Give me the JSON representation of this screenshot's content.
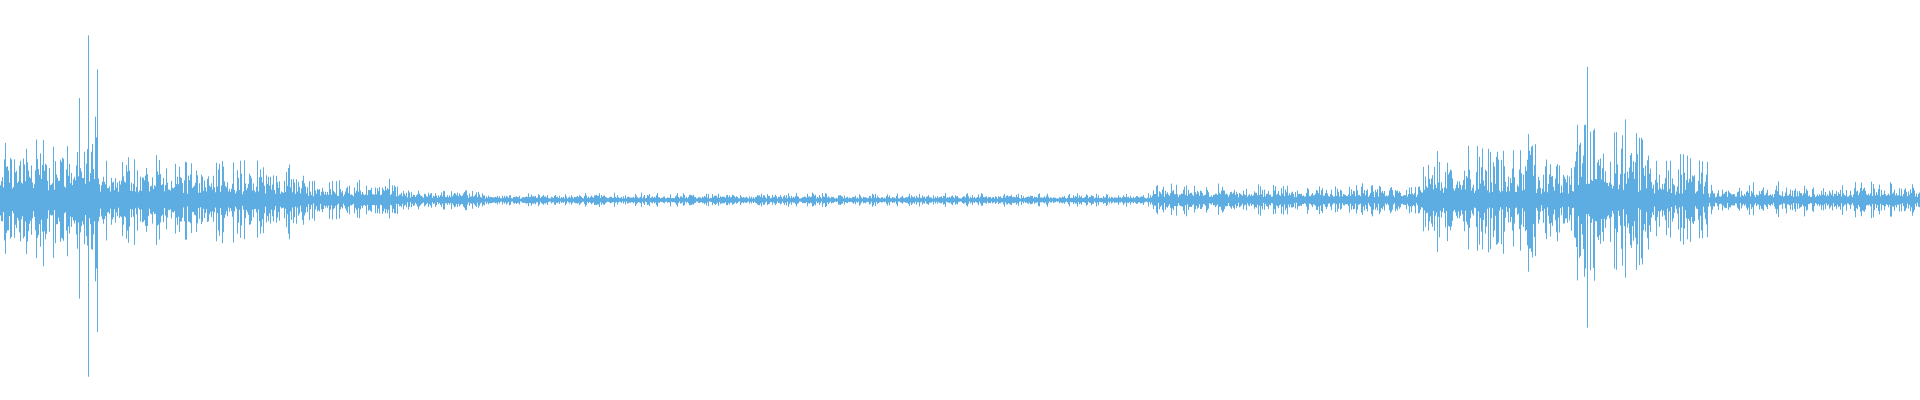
{
  "waveform": {
    "color": "#5dade2",
    "background": "#ffffff",
    "segments": [
      {
        "start": 0.0,
        "end": 0.04,
        "peak": 0.36,
        "base": 0.14,
        "burst": 0.55
      },
      {
        "start": 0.04,
        "end": 0.052,
        "peak": 1.0,
        "base": 0.2,
        "burst": 0.4
      },
      {
        "start": 0.052,
        "end": 0.09,
        "peak": 0.26,
        "base": 0.1,
        "burst": 0.6
      },
      {
        "start": 0.09,
        "end": 0.16,
        "peak": 0.24,
        "base": 0.08,
        "burst": 0.55
      },
      {
        "start": 0.16,
        "end": 0.21,
        "peak": 0.12,
        "base": 0.05,
        "burst": 0.5
      },
      {
        "start": 0.21,
        "end": 0.25,
        "peak": 0.06,
        "base": 0.03,
        "burst": 0.45
      },
      {
        "start": 0.25,
        "end": 0.6,
        "peak": 0.04,
        "base": 0.02,
        "burst": 0.3
      },
      {
        "start": 0.6,
        "end": 0.74,
        "peak": 0.09,
        "base": 0.04,
        "burst": 0.45
      },
      {
        "start": 0.74,
        "end": 0.795,
        "peak": 0.3,
        "base": 0.1,
        "burst": 0.55
      },
      {
        "start": 0.795,
        "end": 0.8,
        "peak": 0.5,
        "base": 0.15,
        "burst": 0.6
      },
      {
        "start": 0.8,
        "end": 0.82,
        "peak": 0.22,
        "base": 0.08,
        "burst": 0.55
      },
      {
        "start": 0.82,
        "end": 0.83,
        "peak": 0.78,
        "base": 0.2,
        "burst": 0.6
      },
      {
        "start": 0.83,
        "end": 0.86,
        "peak": 0.46,
        "base": 0.12,
        "burst": 0.6
      },
      {
        "start": 0.86,
        "end": 0.89,
        "peak": 0.28,
        "base": 0.08,
        "burst": 0.55
      },
      {
        "start": 0.89,
        "end": 1.0,
        "peak": 0.1,
        "base": 0.04,
        "burst": 0.45
      }
    ]
  }
}
